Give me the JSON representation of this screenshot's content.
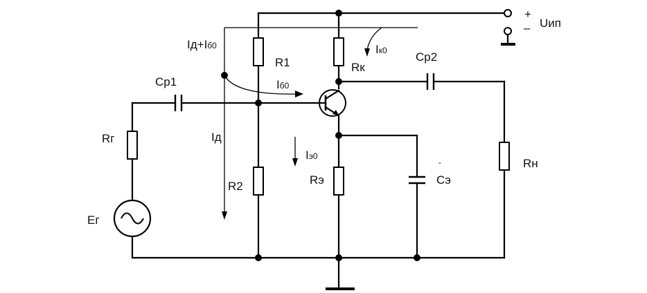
{
  "diagram": {
    "type": "circuit-schematic",
    "title": "Common-emitter transistor amplifier stage",
    "components": {
      "R1": "R1",
      "R2": "R2",
      "Rk": "Rк",
      "Re": "Rэ",
      "Rn": "Rн",
      "Rg": "Rг",
      "Eg": "Eг",
      "Cp1": "Cр1",
      "Cp2": "Cр2",
      "Ce": "Cэ"
    },
    "supply": {
      "plus": "+",
      "minus": "–",
      "label": "Uип"
    },
    "currents": {
      "divider_total": {
        "main": "Iд+I",
        "sub": "б0"
      },
      "divider": "Iд",
      "base": {
        "main": "I",
        "sub": "б0"
      },
      "collector": {
        "main": "I",
        "sub": "к0"
      },
      "emitter": {
        "main": "I",
        "sub": "э0"
      }
    },
    "stray_mark": "-"
  }
}
